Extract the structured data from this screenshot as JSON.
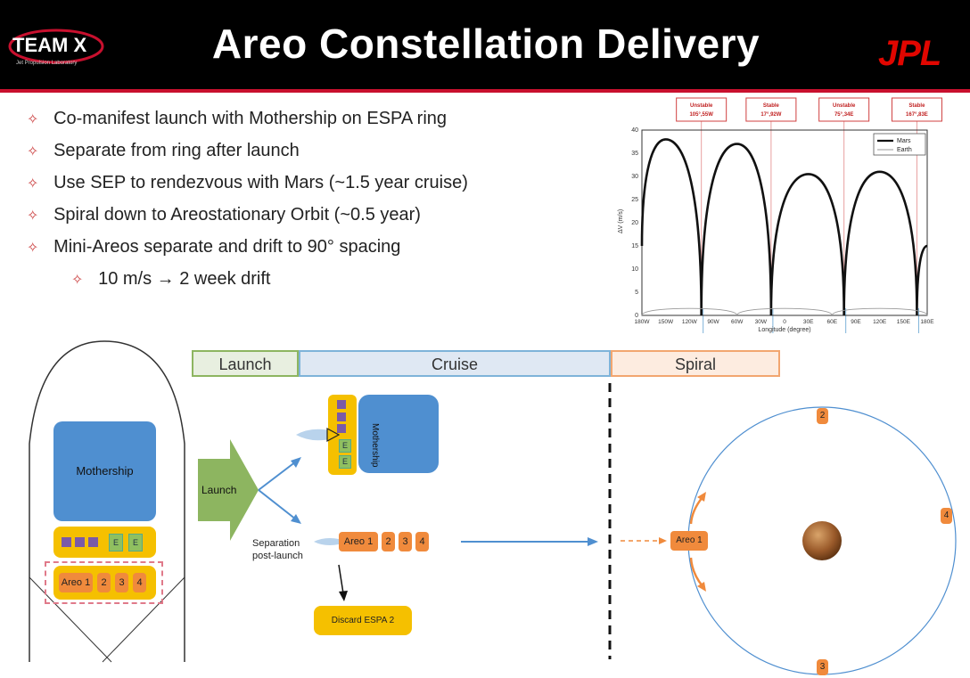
{
  "header": {
    "title": "Areo Constellation Delivery",
    "team_logo": "TEAM X",
    "team_sub": "Jet Propulsion Laboratory",
    "jpl_logo": "JPL"
  },
  "bullets": [
    "Co-manifest launch with Mothership on ESPA ring",
    "Separate from ring after launch",
    "Use SEP to rendezvous with Mars (~1.5 year cruise)",
    "Spiral down to Areostationary Orbit (~0.5 year)",
    "Mini-Areos separate and drift to 90° spacing"
  ],
  "sub_bullet": "10 m/s → 2 week drift",
  "phases": {
    "launch": "Launch",
    "cruise": "Cruise",
    "spiral": "Spiral"
  },
  "fairing": {
    "mothership": "Mothership",
    "espa_small": [
      "E",
      "E"
    ],
    "areos": [
      "Areo 1",
      "2",
      "3",
      "4"
    ]
  },
  "launch_arrow": "Launch",
  "upper": {
    "mothership": "Mothership",
    "e": [
      "E",
      "E"
    ]
  },
  "separation": {
    "label1": "Separation",
    "label2": "post-launch",
    "areos": [
      "Areo 1",
      "2",
      "3",
      "4"
    ]
  },
  "discard": "Discard ESPA 2",
  "orbit": {
    "areo": "Areo 1",
    "n2": "2",
    "n3": "3",
    "n4": "4"
  },
  "colors": {
    "header_bg": "#000000",
    "accent_red": "#c8102e",
    "mothership": "#4f8fd0",
    "espa": "#f5c000",
    "areo": "#f08a3c",
    "arrow_green": "#8db560"
  },
  "chart_data": {
    "type": "line",
    "ylabel": "ΔV (m/s)",
    "xlabel": "Longitude (degree)",
    "ylim": [
      0,
      40
    ],
    "yticks": [
      "0",
      "5",
      "10",
      "15",
      "20",
      "25",
      "30",
      "35",
      "40"
    ],
    "xticks": [
      "180W",
      "150W",
      "120W",
      "90W",
      "60W",
      "30W",
      "0",
      "30E",
      "60E",
      "90E",
      "120E",
      "150E",
      "180E"
    ],
    "legend": [
      "Mars",
      "Earth"
    ],
    "annotations": [
      {
        "line1": "Unstable",
        "line2": "105°,55W",
        "lon": -105
      },
      {
        "line1": "Stable",
        "line2": "17°,92W",
        "lon": -17
      },
      {
        "line1": "Unstable",
        "line2": "75°,34E",
        "lon": 75
      },
      {
        "line1": "Stable",
        "line2": "167°,83E",
        "lon": 167
      }
    ],
    "series": [
      {
        "name": "Mars",
        "x": [
          -180,
          -150,
          -105,
          -60,
          -17,
          30,
          75,
          120,
          167,
          180
        ],
        "y": [
          15,
          38,
          0,
          37,
          0,
          30.5,
          0,
          31,
          0,
          15
        ]
      },
      {
        "name": "Earth",
        "x": [
          -180,
          -120,
          -60,
          0,
          60,
          120,
          180
        ],
        "y": [
          0,
          1.5,
          0,
          1.5,
          0,
          1.5,
          0
        ]
      }
    ]
  }
}
